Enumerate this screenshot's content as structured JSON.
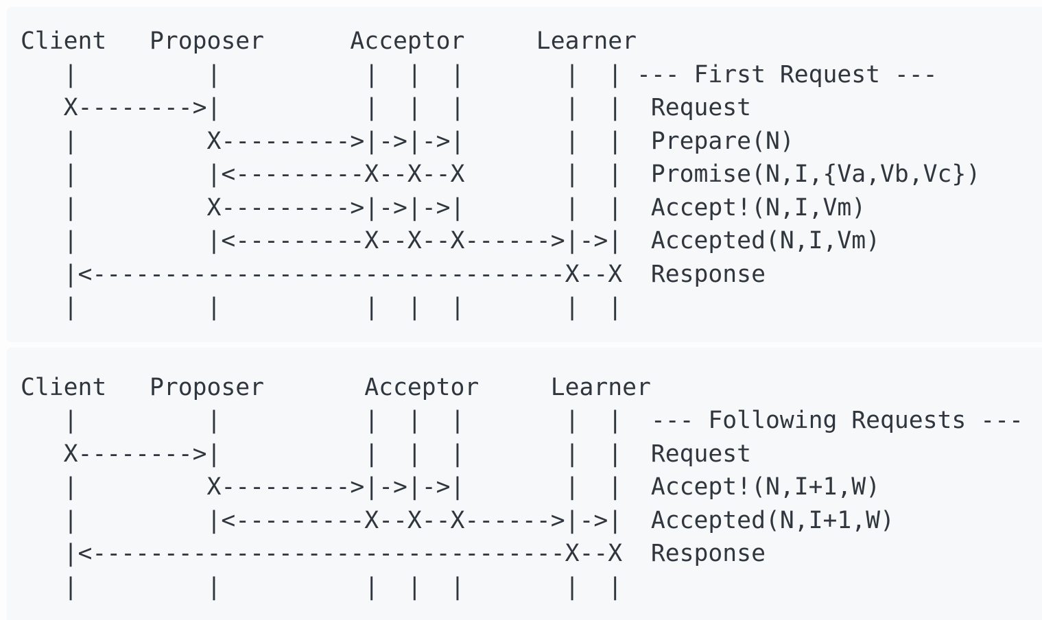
{
  "page": {
    "background_color": "#fdfdfe",
    "code_block_background": "#f6f8fa",
    "text_color": "#30363d"
  },
  "diagrams": [
    {
      "id": "first-request",
      "section_label": "--- First Request ---",
      "actors": [
        "Client",
        "Proposer",
        "Acceptor",
        "Learner"
      ],
      "messages": [
        "Request",
        "Prepare(N)",
        "Promise(N,I,{Va,Vb,Vc})",
        "Accept!(N,I,Vm)",
        "Accepted(N,I,Vm)",
        "Response"
      ],
      "lines": [
        "Client   Proposer      Acceptor     Learner",
        "   |         |          |  |  |       |  | --- First Request ---",
        "   X-------->|          |  |  |       |  |  Request",
        "   |         X--------->|->|->|       |  |  Prepare(N)",
        "   |         |<---------X--X--X       |  |  Promise(N,I,{Va,Vb,Vc})",
        "   |         X--------->|->|->|       |  |  Accept!(N,I,Vm)",
        "   |         |<---------X--X--X------>|->|  Accepted(N,I,Vm)",
        "   |<---------------------------------X--X  Response",
        "   |         |          |  |  |       |  |"
      ]
    },
    {
      "id": "following-requests",
      "section_label": "--- Following Requests ---",
      "actors": [
        "Client",
        "Proposer",
        "Acceptor",
        "Learner"
      ],
      "messages": [
        "Request",
        "Accept!(N,I+1,W)",
        "Accepted(N,I+1,W)",
        "Response"
      ],
      "lines": [
        "Client   Proposer       Acceptor     Learner",
        "   |         |          |  |  |       |  |  --- Following Requests ---",
        "   X-------->|          |  |  |       |  |  Request",
        "   |         X--------->|->|->|       |  |  Accept!(N,I+1,W)",
        "   |         |<---------X--X--X------>|->|  Accepted(N,I+1,W)",
        "   |<---------------------------------X--X  Response",
        "   |         |          |  |  |       |  |"
      ]
    }
  ]
}
